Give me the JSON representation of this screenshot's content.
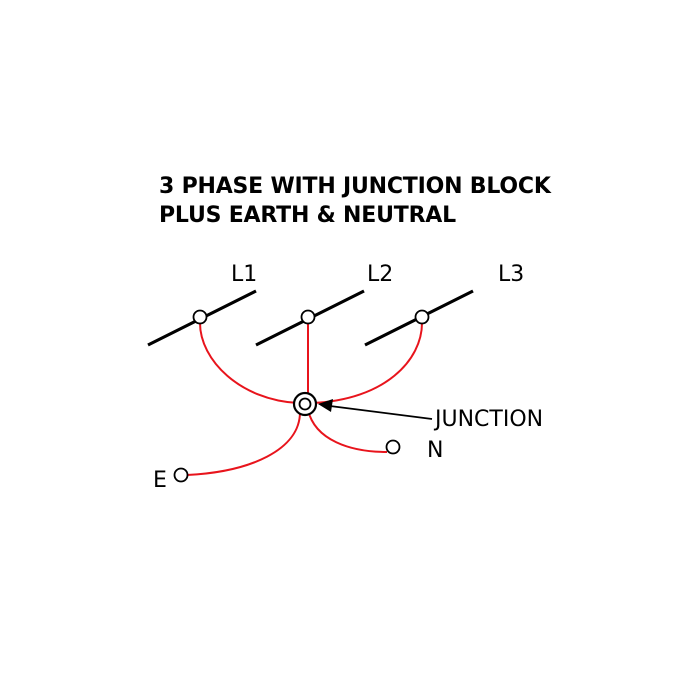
{
  "title": {
    "line1": "3 PHASE WITH JUNCTION BLOCK",
    "line2": "PLUS EARTH & NEUTRAL"
  },
  "labels": {
    "l1": "L1",
    "l2": "L2",
    "l3": "L3",
    "junction": "JUNCTION",
    "neutral": "N",
    "earth": "E"
  },
  "colors": {
    "wire": "#e8141c",
    "conductor": "#000000",
    "background": "#ffffff"
  }
}
